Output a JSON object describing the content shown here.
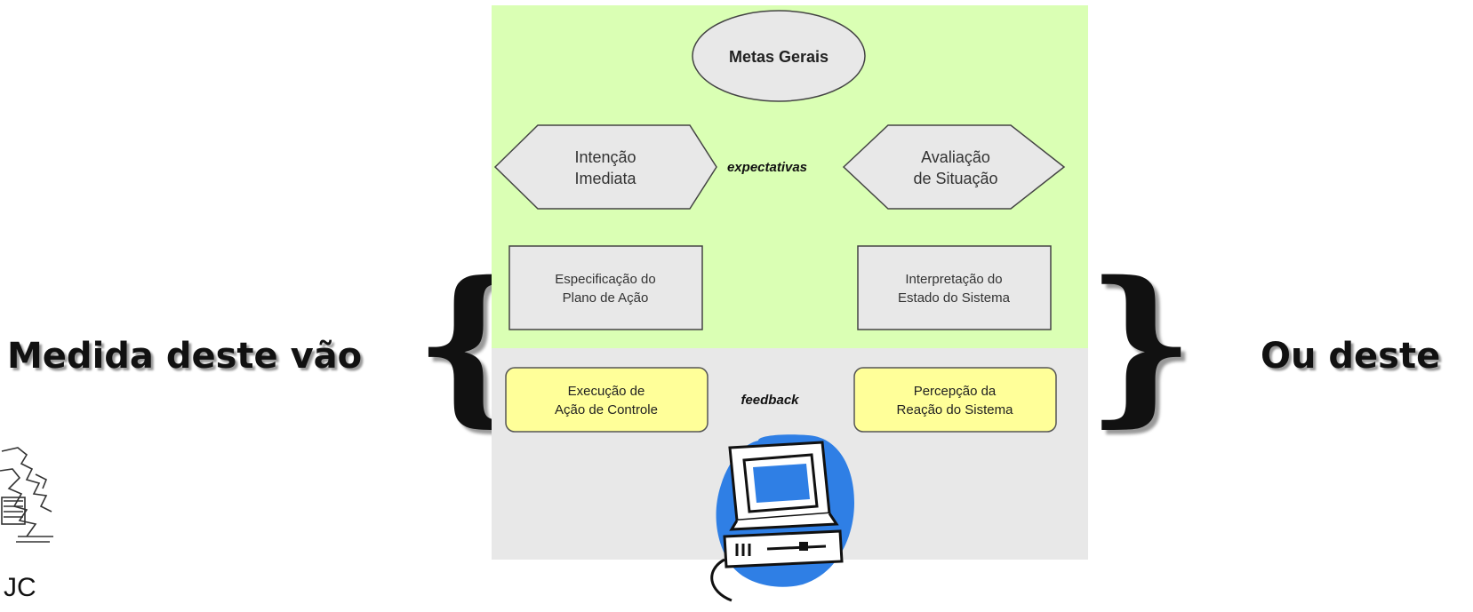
{
  "diagram": {
    "goals": "Metas Gerais",
    "intention": [
      "Intenção",
      "Imediata"
    ],
    "evaluation": [
      "Avaliação",
      "de Situação"
    ],
    "expectations": "expectativas",
    "action_plan": [
      "Especificação do",
      "Plano de Ação"
    ],
    "interpretation": [
      "Interpretação do",
      "Estado do Sistema"
    ],
    "execution": [
      "Execução de",
      "Ação de Controle"
    ],
    "feedback": "feedback",
    "perception": [
      "Percepção da",
      "Reação do Sistema"
    ]
  },
  "annotations": {
    "left_label": "Medida deste vão",
    "right_label": "Ou deste",
    "left_brace": "{",
    "right_brace": "}"
  },
  "logo": {
    "partial_text": "JC"
  },
  "colors": {
    "upper_panel": "#daffb4",
    "lower_panel": "#e8e8e8",
    "shape_fill": "#e8e8e8",
    "yellow_box": "#ffff99",
    "computer_blue": "#2f7fe5"
  },
  "icons": [
    "computer-icon",
    "crest-logo-icon"
  ]
}
